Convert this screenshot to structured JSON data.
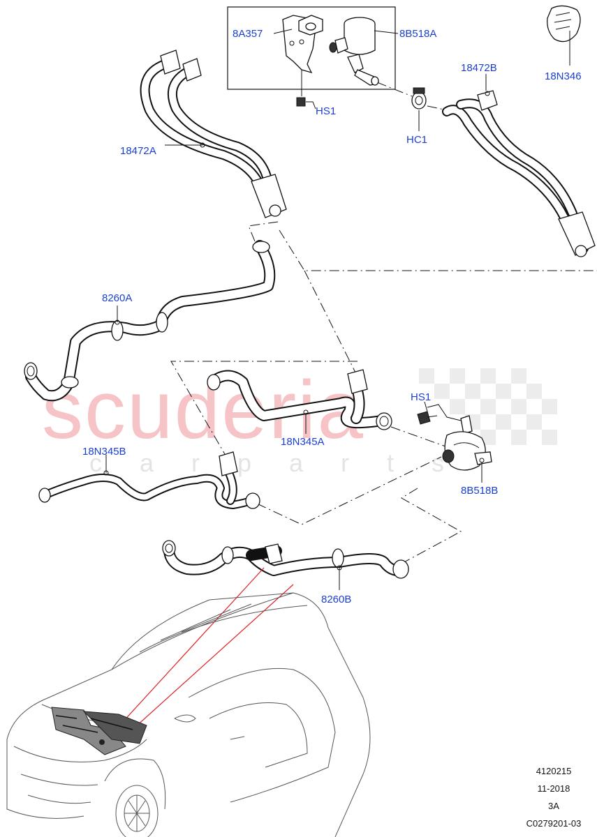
{
  "watermark": {
    "brand": "scuderia",
    "tagline": "c a r p a r t s"
  },
  "callouts": {
    "c_8A357": "8A357",
    "c_8B518A": "8B518A",
    "c_18N346": "18N346",
    "c_18472B": "18472B",
    "c_HS1_top": "HS1",
    "c_HC1": "HC1",
    "c_18472A": "18472A",
    "c_8260A": "8260A",
    "c_HS1_mid": "HS1",
    "c_18N345A": "18N345A",
    "c_18N345B": "18N345B",
    "c_8B518B": "8B518B",
    "c_8260B": "8260B"
  },
  "footer": {
    "line1": "4120215",
    "line2": "11-2018",
    "line3": "3A",
    "line4": "C0279201-03"
  },
  "colors": {
    "callout_text": "#1a3fd0",
    "leader": "#111111",
    "locator_line": "#e02020",
    "watermark": "#f6c4c6"
  }
}
